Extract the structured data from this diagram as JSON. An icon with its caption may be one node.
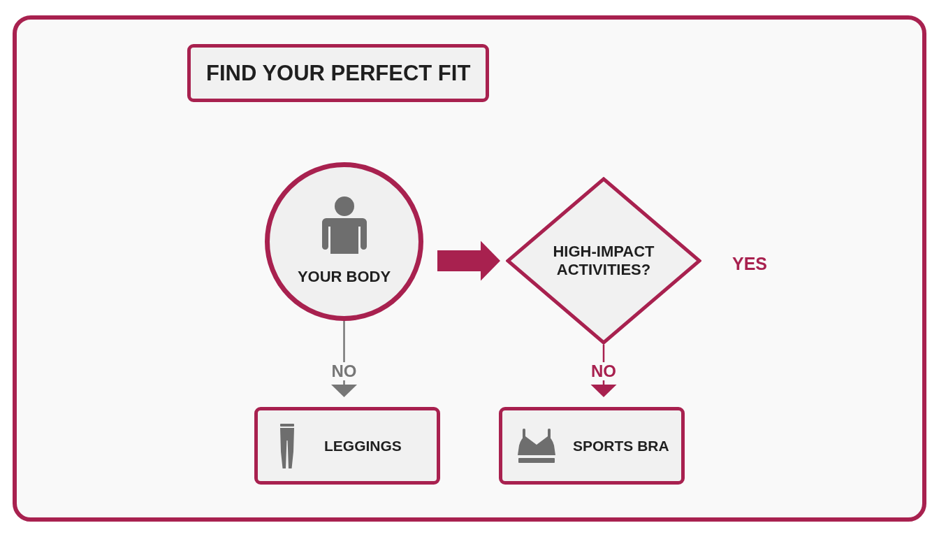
{
  "diagram": {
    "title": "FIND YOUR PERFECT FIT",
    "nodes": [
      {
        "text": [
          "YOUR BODY"
        ]
      },
      {
        "text": [
          "HIGH-IMPACT ACTIVITIES?"
        ]
      },
      {
        "text": [
          "LEGGINGS"
        ]
      },
      {
        "text": [
          "SPORTS BRA"
        ]
      }
    ],
    "edges": [
      {
        "from": 0,
        "to": 1,
        "arrow": "to",
        "style": "thick"
      },
      {
        "from": 0,
        "to": 2,
        "arrow": "to",
        "label": "NO",
        "color": "#777777"
      },
      {
        "from": 1,
        "to": 3,
        "arrow": "to",
        "label": "NO"
      }
    ],
    "labels": [
      "YES"
    ]
  }
}
